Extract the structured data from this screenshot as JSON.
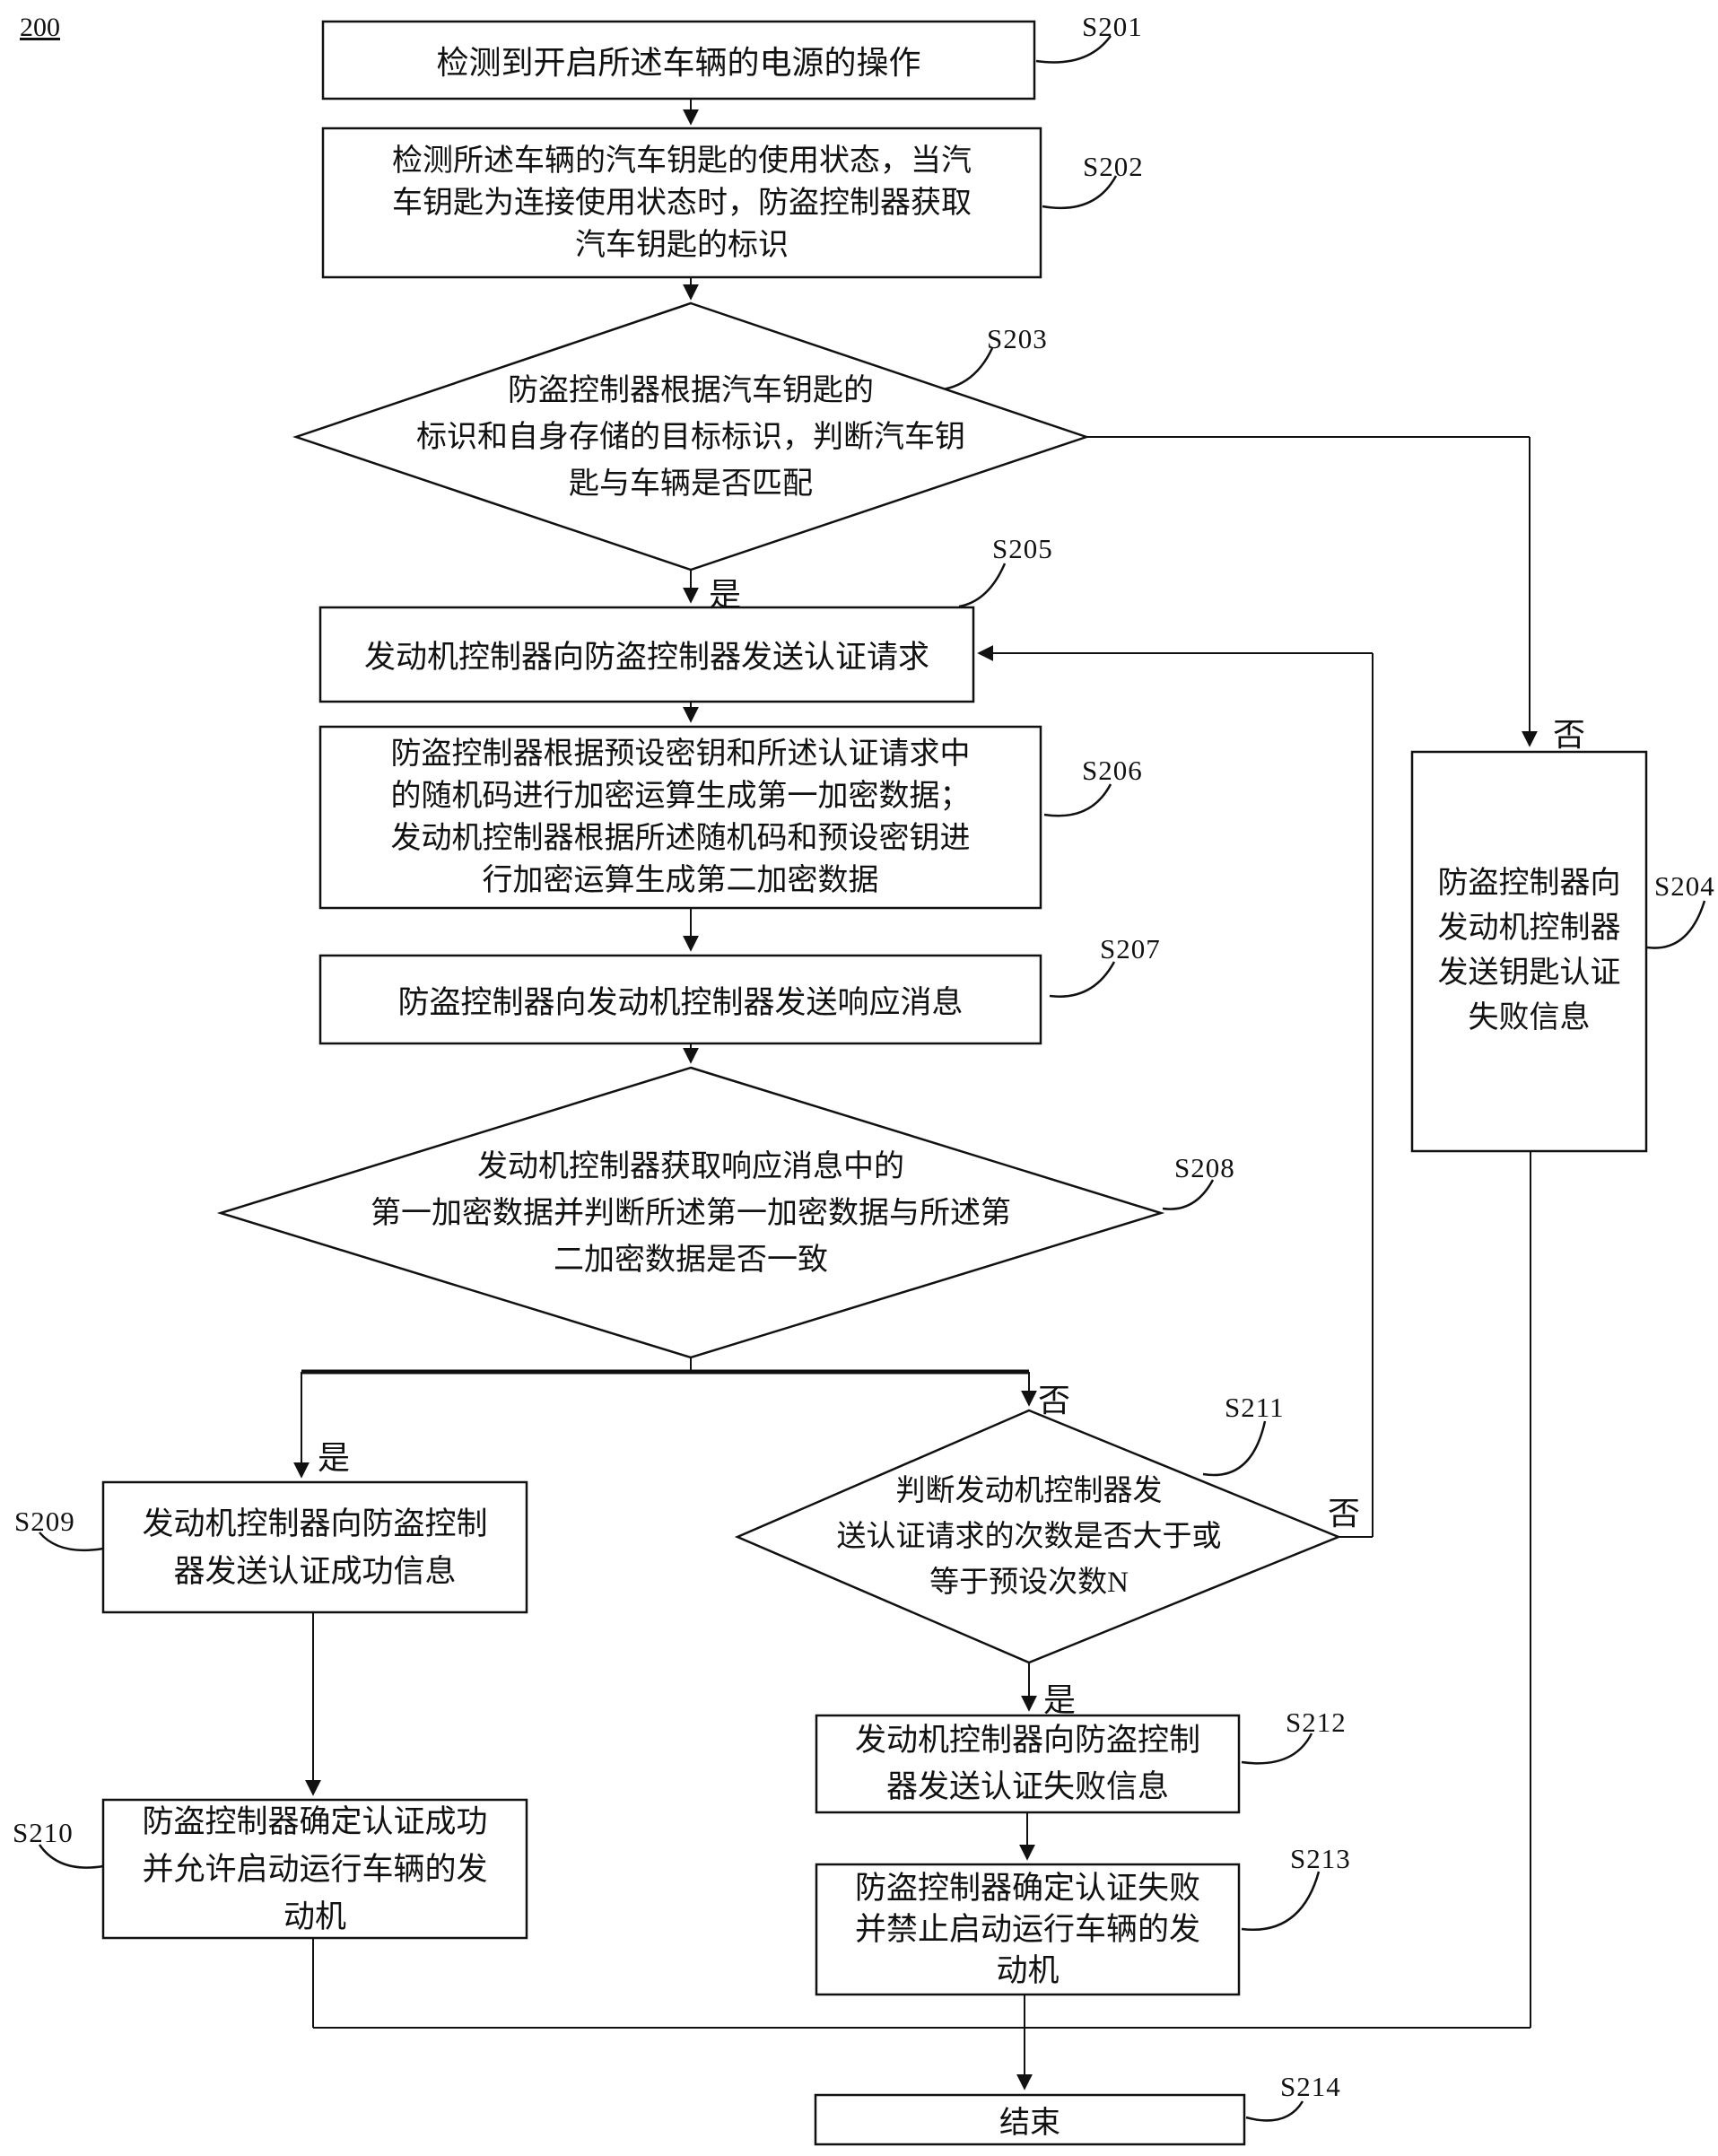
{
  "figure_number": "200",
  "nodes": {
    "s201": {
      "step": "S201",
      "text": "检测到开启所述车辆的电源的操作"
    },
    "s202": {
      "step": "S202",
      "text": "检测所述车辆的汽车钥匙的使用状态，当汽\n车钥匙为连接使用状态时，防盗控制器获取\n汽车钥匙的标识"
    },
    "s203": {
      "step": "S203",
      "text": "防盗控制器根据汽车钥匙的\n标识和自身存储的目标标识，判断汽车钥\n匙与车辆是否匹配"
    },
    "s204": {
      "step": "S204",
      "text": "防盗控制器向\n发动机控制器\n发送钥匙认证\n失败信息"
    },
    "s205": {
      "step": "S205",
      "text": "发动机控制器向防盗控制器发送认证请求"
    },
    "s206": {
      "step": "S206",
      "text": "防盗控制器根据预设密钥和所述认证请求中\n的随机码进行加密运算生成第一加密数据；\n发动机控制器根据所述随机码和预设密钥进\n行加密运算生成第二加密数据"
    },
    "s207": {
      "step": "S207",
      "text": "防盗控制器向发动机控制器发送响应消息"
    },
    "s208": {
      "step": "S208",
      "text": "发动机控制器获取响应消息中的\n第一加密数据并判断所述第一加密数据与所述第\n二加密数据是否一致"
    },
    "s209": {
      "step": "S209",
      "text": "发动机控制器向防盗控制\n器发送认证成功信息"
    },
    "s210": {
      "step": "S210",
      "text": "防盗控制器确定认证成功\n并允许启动运行车辆的发\n动机"
    },
    "s211": {
      "step": "S211",
      "text": "判断发动机控制器发\n送认证请求的次数是否大于或\n等于预设次数N"
    },
    "s212": {
      "step": "S212",
      "text": "发动机控制器向防盗控制\n器发送认证失败信息"
    },
    "s213": {
      "step": "S213",
      "text": "防盗控制器确定认证失败\n并禁止启动运行车辆的发\n动机"
    },
    "s214": {
      "step": "S214",
      "text": "结束"
    }
  },
  "branch_labels": {
    "s203_yes": "是",
    "s203_no": "否",
    "s208_yes": "是",
    "s208_no": "否",
    "s211_yes": "是",
    "s211_no": "否"
  }
}
